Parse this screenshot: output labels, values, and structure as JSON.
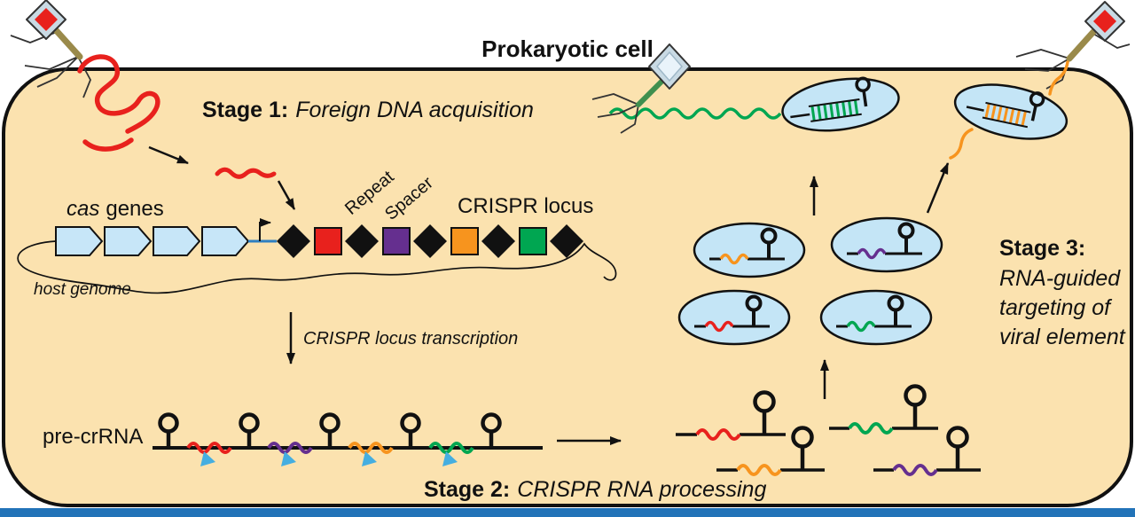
{
  "title": "Prokaryotic cell",
  "stage1": {
    "label": "Stage 1:",
    "text": "Foreign DNA acquisition"
  },
  "stage2": {
    "label": "Stage 2:",
    "text": "CRISPR RNA processing"
  },
  "stage3": {
    "label": "Stage 3:",
    "lines": [
      "RNA-guided",
      "targeting of",
      "viral element"
    ]
  },
  "genome": {
    "cas_genes_italic": "cas",
    "cas_genes_rest": "genes",
    "host_genome": "host genome",
    "crispr_locus": "CRISPR locus",
    "repeat": "Repeat",
    "spacer": "Spacer",
    "locus_sequence": [
      "repeat",
      "spacer:red",
      "repeat",
      "spacer:purple",
      "repeat",
      "spacer:orange",
      "repeat",
      "spacer:green",
      "repeat"
    ],
    "cas_gene_count": 4
  },
  "transcription": {
    "arrow_label": "CRISPR locus transcription"
  },
  "processing": {
    "pre_crrna": "pre-crRNA",
    "pre_crrna_spacers": [
      "red",
      "purple",
      "orange",
      "green"
    ],
    "hairpin_count": 5,
    "cleavage_site_count": 4,
    "crrna_units": [
      "red",
      "orange",
      "green",
      "purple"
    ]
  },
  "targeting": {
    "complex_spacers": [
      "orange",
      "purple",
      "red",
      "green"
    ],
    "bound_complexes": [
      "green",
      "orange"
    ]
  },
  "icons": {
    "phage_top_left": "bacteriophage-icon",
    "phage_top_middle": "bacteriophage-icon",
    "phage_top_right": "bacteriophage-icon"
  },
  "colors": {
    "cell_fill": "#FBE2AF",
    "gene_fill": "#C7E6F8",
    "oval_fill": "#C4E5F6",
    "red": "#E8211D",
    "purple": "#652F8F",
    "orange": "#F7941E",
    "green": "#00A651",
    "cleavage_blue": "#45AEE0",
    "bottom_bar": "#2273B8",
    "phage_head": "#C9DAE4",
    "phage_tail": "#9A8A4A",
    "ink": "#111111"
  }
}
